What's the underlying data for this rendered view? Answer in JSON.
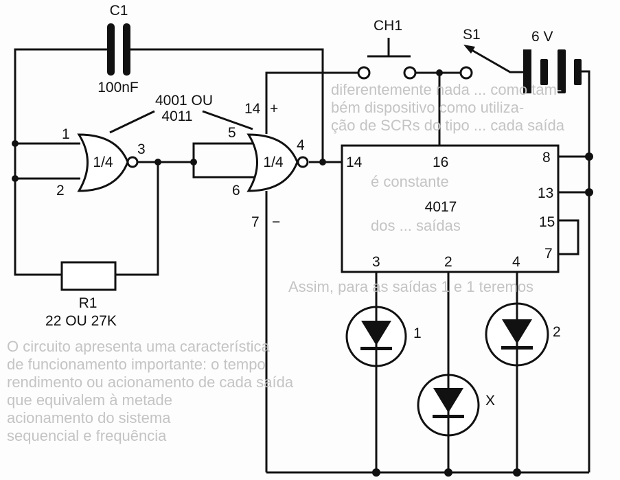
{
  "background_text": [
    "diferentemente nada ... como tam-",
    "bém dispositivo como utiliza-",
    "ção de SCRs do tipo ... cada saída",
    "O circuito apresenta uma característica",
    "de funcionamento importante: o tempo",
    "rendimento ou acionamento de cada saída",
    "é constante",
    "Assim, para as saídas 1 e 1 teremos",
    "que equivalem à metade",
    "dos ... saídas",
    "acionamento do sistema",
    "sequencial e frequência"
  ],
  "components": {
    "capacitor": {
      "name": "C1",
      "value": "100nF"
    },
    "resistor": {
      "name": "R1",
      "value": "22 OU 27K"
    },
    "gate_ic": {
      "label_line1": "4001 OU",
      "label_line2": "4011",
      "gate1_label": "1/4",
      "gate2_label": "1/4"
    },
    "pushbutton": {
      "name": "CH1"
    },
    "switch": {
      "name": "S1"
    },
    "battery": {
      "value": "6 V"
    },
    "counter_ic": {
      "name": "4017"
    }
  },
  "pins": {
    "g1_in1": "1",
    "g1_in2": "2",
    "g1_out": "3",
    "g2_in1": "5",
    "g2_in2": "6",
    "g2_out": "4",
    "vdd": "14",
    "vdd_sign": "+",
    "vss": "7",
    "vss_sign": "−",
    "ic_14": "14",
    "ic_16": "16",
    "ic_8": "8",
    "ic_13": "13",
    "ic_15": "15",
    "ic_7": "7",
    "ic_out3": "3",
    "ic_out2": "2",
    "ic_out4": "4"
  },
  "leds": [
    {
      "label": "1"
    },
    {
      "label": "X"
    },
    {
      "label": "2"
    }
  ]
}
